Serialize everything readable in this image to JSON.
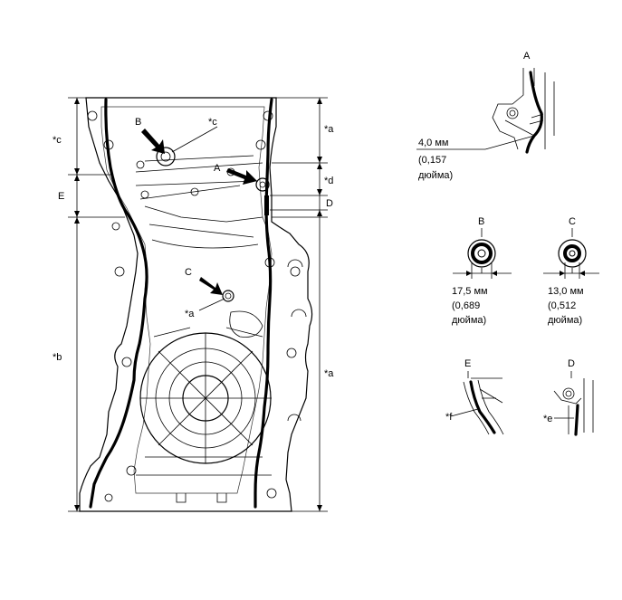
{
  "labels": {
    "left_c": "*c",
    "left_e": "E",
    "left_b": "*b",
    "right_a_top": "*a",
    "right_d_star": "*d",
    "right_d": "D",
    "right_a_bottom": "*a",
    "arrow_b": "B",
    "arrow_c_star": "*c",
    "arrow_a": "A",
    "arrow_c": "C",
    "arrow_a_star": "*a"
  },
  "detail_a": {
    "title": "A",
    "dim_line1": "4,0 мм",
    "dim_line2": "(0,157",
    "dim_line3": "дюйма)"
  },
  "detail_b": {
    "title": "B",
    "dim_line1": "17,5 мм",
    "dim_line2": "(0,689",
    "dim_line3": "дюйма)"
  },
  "detail_c": {
    "title": "C",
    "dim_line1": "13,0 мм",
    "dim_line2": "(0,512",
    "dim_line3": "дюйма)"
  },
  "detail_e": {
    "title": "E",
    "callout": "*f"
  },
  "detail_d": {
    "title": "D",
    "callout": "*e"
  }
}
